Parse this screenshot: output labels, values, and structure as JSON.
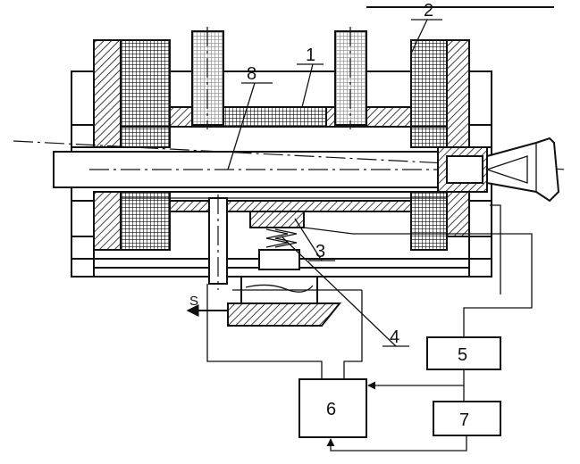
{
  "labels": {
    "part_1": "1",
    "part_2": "2",
    "part_3": "3",
    "part_4": "4",
    "part_5": "5",
    "part_6": "6",
    "part_7": "7",
    "part_8": "8",
    "feed_s": "S"
  }
}
